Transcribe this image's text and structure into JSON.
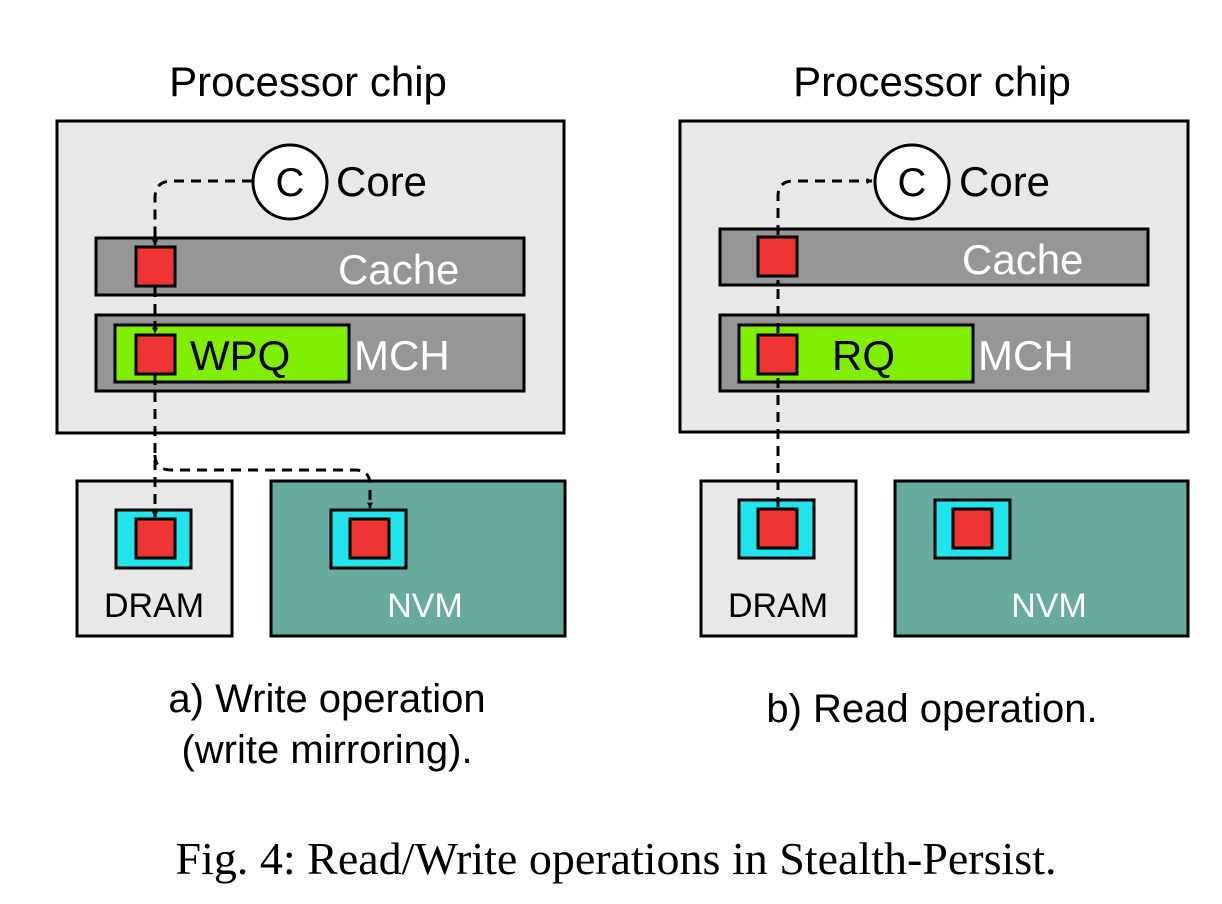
{
  "colors": {
    "chip_fill": "#e8e8e8",
    "bar_fill": "#969696",
    "queue_fill": "#80ee00",
    "dram_fill": "#e8e8e8",
    "nvm_fill": "#67aa9e",
    "cell_outer": "#22e4ec",
    "cell_inner": "#ee3333"
  },
  "panel_a": {
    "chip_title": "Processor chip",
    "core_letter": "C",
    "core_label": "Core",
    "cache_label": "Cache",
    "queue_label": "WPQ",
    "mch_label": "MCH",
    "dram_label": "DRAM",
    "nvm_label": "NVM",
    "caption_line1": "a) Write operation",
    "caption_line2": "(write mirroring)."
  },
  "panel_b": {
    "chip_title": "Processor chip",
    "core_letter": "C",
    "core_label": "Core",
    "cache_label": "Cache",
    "queue_label": "RQ",
    "mch_label": "MCH",
    "dram_label": "DRAM",
    "nvm_label": "NVM",
    "caption_line1": "b) Read operation."
  },
  "figure_caption": "Fig. 4: Read/Write operations in Stealth-Persist."
}
